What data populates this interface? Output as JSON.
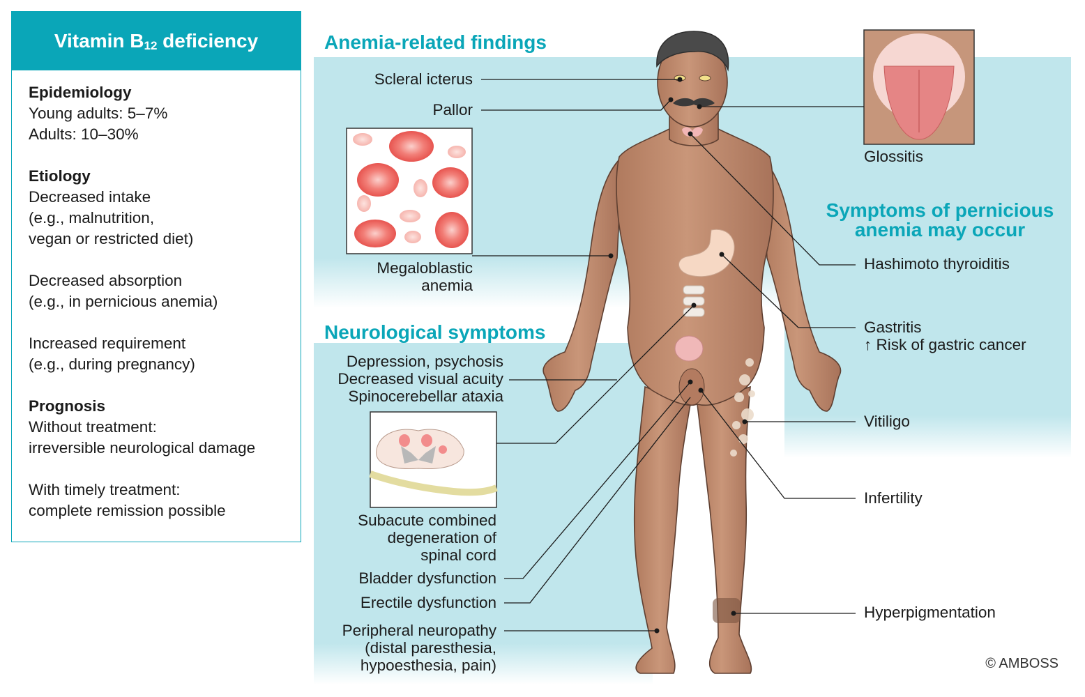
{
  "panel": {
    "title_main": "Vitamin B",
    "title_sub": "12",
    "title_end": " deficiency",
    "epidemiology": {
      "heading": "Epidemiology",
      "lines": [
        "Young adults: 5–7%",
        "Adults: 10–30%"
      ]
    },
    "etiology": {
      "heading": "Etiology",
      "intake": [
        "Decreased intake",
        "(e.g., malnutrition,",
        "vegan or restricted diet)"
      ],
      "absorption": [
        "Decreased absorption",
        "(e.g., in pernicious anemia)"
      ],
      "requirement": [
        "Increased requirement",
        "(e.g., during pregnancy)"
      ]
    },
    "prognosis": {
      "heading": "Prognosis",
      "without": [
        "Without treatment:",
        "irreversible neurological damage"
      ],
      "with": [
        "With timely treatment:",
        "complete remission possible"
      ]
    }
  },
  "sections": {
    "anemia": "Anemia-related findings",
    "neuro": "Neurological symptoms",
    "pernicious": [
      "Symptoms of pernicious",
      "anemia may occur"
    ]
  },
  "labels": {
    "scleral_icterus": "Scleral icterus",
    "pallor": "Pallor",
    "megaloblastic": [
      "Megaloblastic",
      "anemia"
    ],
    "glossitis": "Glossitis",
    "hashimoto": "Hashimoto thyroiditis",
    "gastritis": [
      "Gastritis",
      "↑ Risk of gastric cancer"
    ],
    "vitiligo": "Vitiligo",
    "infertility": "Infertility",
    "hyperpigmentation": "Hyperpigmentation",
    "cns": [
      "Depression, psychosis",
      "Decreased visual acuity",
      "Spinocerebellar ataxia"
    ],
    "scd": [
      "Subacute combined",
      "degeneration of",
      "spinal cord"
    ],
    "bladder": "Bladder dysfunction",
    "erectile": "Erectile dysfunction",
    "neuropathy": [
      "Peripheral neuropathy",
      "(distal paresthesia,",
      "hypoesthesia, pain)"
    ]
  },
  "copyright": "© AMBOSS",
  "colors": {
    "accent": "#0aa6b8",
    "band": "#c0e6ec",
    "skin": "#c08a6e",
    "rbc": "#ee5a5a"
  }
}
